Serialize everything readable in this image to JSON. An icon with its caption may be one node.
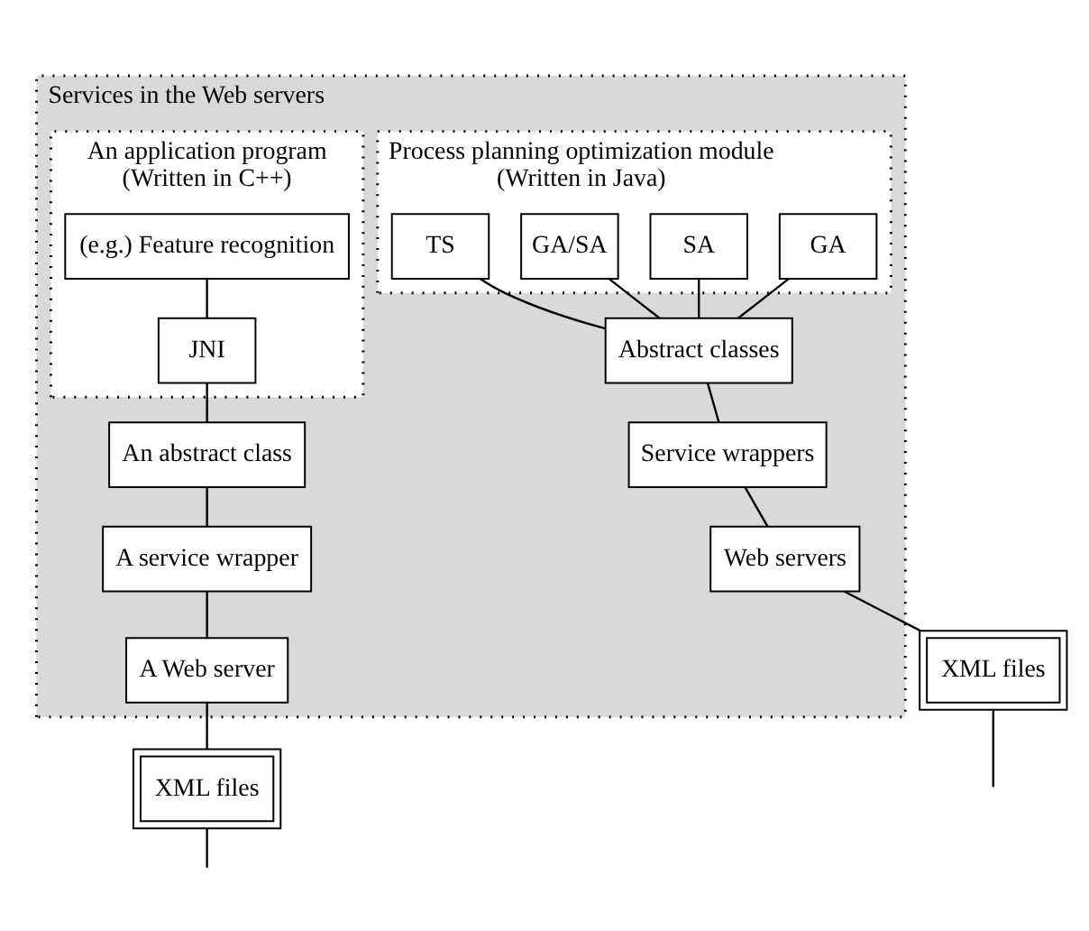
{
  "diagram": {
    "nodes": [
      {
        "text": [
          "Services in the Web servers"
        ]
      },
      {
        "text": [
          "Process planning optimization module",
          "(Written in Java)"
        ],
        "in": 0
      },
      {
        "text": [
          "GA"
        ],
        "in": 1
      },
      {
        "text": [
          "SA"
        ],
        "in": 1
      },
      {
        "text": [
          "GA/SA"
        ],
        "in": 1
      },
      {
        "text": [
          "TS"
        ],
        "in": 1
      },
      {
        "text": [
          "Abstract classes"
        ],
        "in": 0
      },
      {
        "text": [
          "Service wrappers"
        ],
        "in": 0
      },
      {
        "text": [
          "Web servers"
        ],
        "in": 0
      },
      {
        "text": [
          "XML files"
        ]
      },
      {
        "text": [
          "An application program",
          "(Written in C++)"
        ],
        "in": 0
      },
      {
        "text": [
          "(e.g.) Feature recognition"
        ],
        "in": 10
      },
      {
        "text": [
          "JNI"
        ],
        "in": 10
      },
      {
        "text": [
          "An abstract class"
        ],
        "in": 0
      },
      {
        "text": [
          "A service wrapper"
        ],
        "in": 0
      },
      {
        "text": [
          "A Web server"
        ],
        "in": 0
      },
      {
        "text": [
          "XML files"
        ]
      }
    ],
    "edges": [
      {
        "from": 2,
        "to": 6,
        "arrow": "none"
      },
      {
        "from": 3,
        "to": 6,
        "arrow": "none"
      },
      {
        "from": 4,
        "to": 6,
        "arrow": "none"
      },
      {
        "from": 5,
        "to": 6,
        "arrow": "none"
      },
      {
        "from": 6,
        "to": 7,
        "arrow": "none"
      },
      {
        "from": 7,
        "to": 8,
        "arrow": "none"
      },
      {
        "from": 8,
        "to": 9,
        "arrow": "none"
      },
      {
        "from": 9,
        "to": null,
        "arrow": "none"
      },
      {
        "from": 11,
        "to": 12,
        "arrow": "none"
      },
      {
        "from": 12,
        "to": 13,
        "arrow": "none"
      },
      {
        "from": 13,
        "to": 14,
        "arrow": "none"
      },
      {
        "from": 14,
        "to": 15,
        "arrow": "none"
      },
      {
        "from": 15,
        "to": 16,
        "arrow": "none"
      },
      {
        "from": 16,
        "to": null,
        "arrow": "none"
      }
    ]
  }
}
